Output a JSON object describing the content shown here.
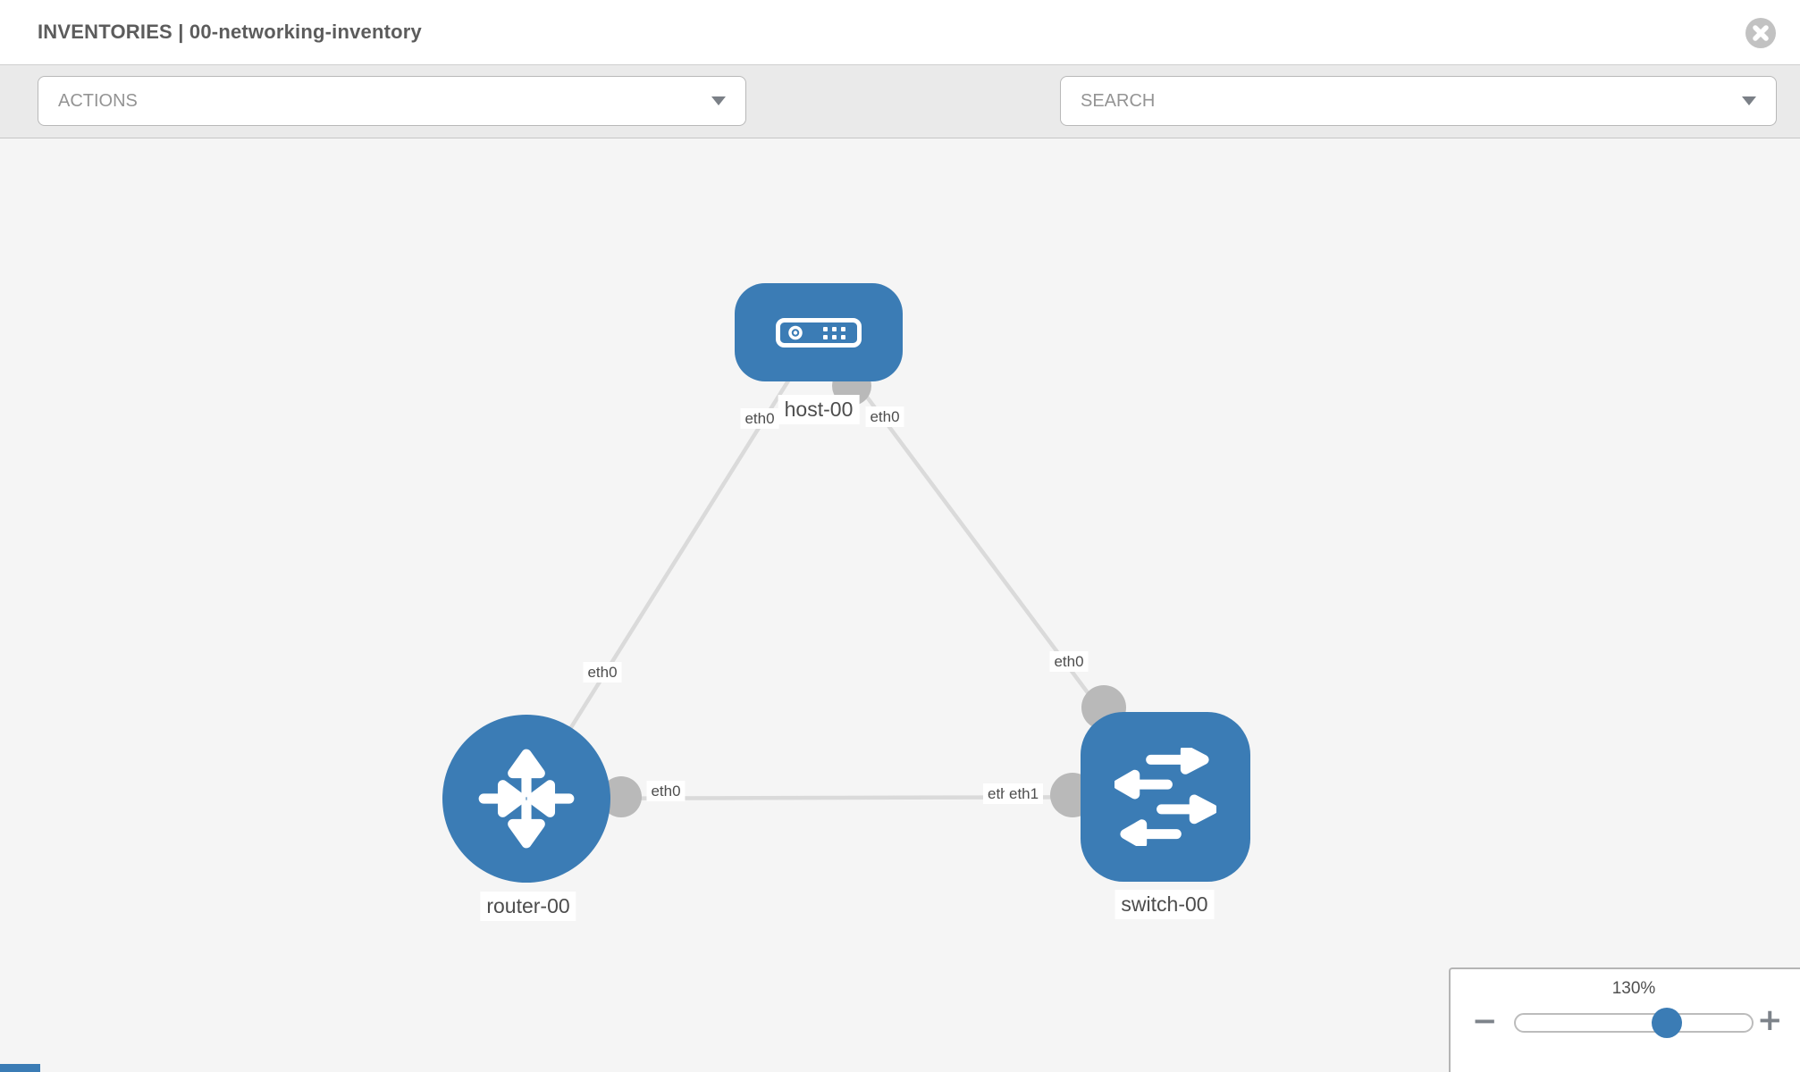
{
  "header": {
    "title": "INVENTORIES | 00-networking-inventory"
  },
  "toolbar": {
    "actions_placeholder": "ACTIONS",
    "search_placeholder": "SEARCH",
    "icons": [
      "wrench-icon",
      "key-icon"
    ]
  },
  "topology": {
    "nodes": [
      {
        "id": "host-00",
        "type": "host",
        "label": "host-00",
        "icon": "server-icon"
      },
      {
        "id": "router-00",
        "type": "router",
        "label": "router-00",
        "icon": "router-arrows-icon"
      },
      {
        "id": "switch-00",
        "type": "switch",
        "label": "switch-00",
        "icon": "switch-arrows-icon"
      }
    ],
    "links": [
      {
        "source": "host-00",
        "source_interface": "eth0",
        "target": "router-00",
        "target_interface": "eth0"
      },
      {
        "source": "host-00",
        "source_interface": "eth0",
        "target": "switch-00",
        "target_interface": "eth0"
      },
      {
        "source": "router-00",
        "source_interface": "eth0",
        "target": "switch-00",
        "target_interface": "eth1"
      }
    ],
    "overlapped_interface_label": "eth0"
  },
  "zoom_control": {
    "value": "130%",
    "zoom_out_label": "−",
    "zoom_in_label": "+"
  },
  "colors": {
    "node_blue": "#3b7cb5",
    "link_gray": "#dadada",
    "endpoint_gray": "#b9b9b9",
    "canvas_bg": "#f5f5f5",
    "toolbar_bg": "#eaeaea"
  }
}
